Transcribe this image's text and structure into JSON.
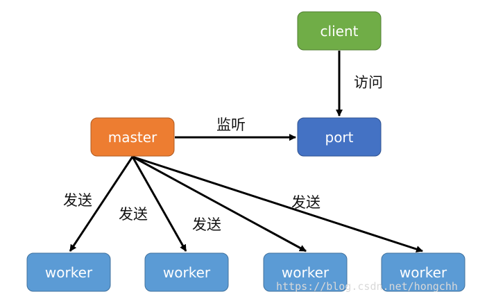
{
  "nodes": {
    "client": {
      "label": "client",
      "color": "#70AD47"
    },
    "port": {
      "label": "port",
      "color": "#4472C4"
    },
    "master": {
      "label": "master",
      "color": "#ED7D31"
    },
    "worker1": {
      "label": "worker",
      "color": "#5B9BD5"
    },
    "worker2": {
      "label": "worker",
      "color": "#5B9BD5"
    },
    "worker3": {
      "label": "worker",
      "color": "#5B9BD5"
    },
    "worker4": {
      "label": "worker",
      "color": "#5B9BD5"
    }
  },
  "edges": {
    "client_to_port": "访问",
    "master_to_port": "监听",
    "master_to_worker1": "发送",
    "master_to_worker2": "发送",
    "master_to_worker3": "发送",
    "master_to_worker4": "发送"
  },
  "watermark": "https://blog.csdn.net/hongchh"
}
